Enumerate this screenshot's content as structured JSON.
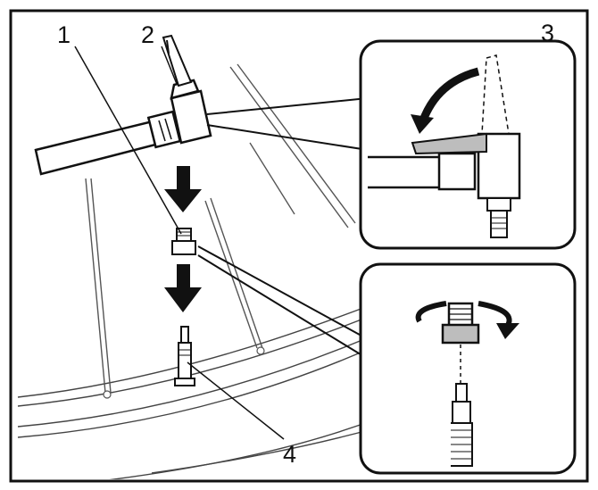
{
  "labels": {
    "n1": "1",
    "n2": "2",
    "n3": "3",
    "n4": "4"
  },
  "colors": {
    "line": "#111111",
    "fill_light": "#ffffff",
    "fill_grey": "#bdbdbd",
    "arrow": "#111111"
  }
}
